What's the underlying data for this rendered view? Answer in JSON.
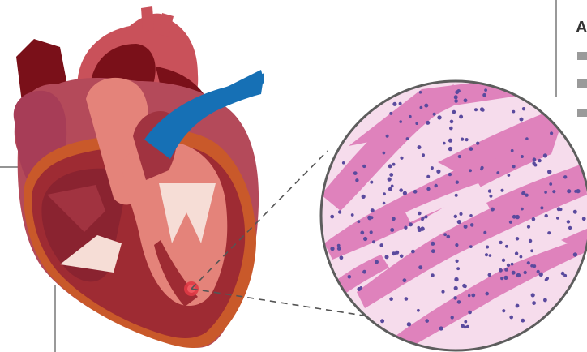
{
  "legend": {
    "title": "A",
    "items": [
      "",
      "",
      ""
    ]
  },
  "colors": {
    "aorta": "#c9515a",
    "dark_vessel": "#7a1019",
    "vena_cava": "#1670b5",
    "muscle_outer": "#c9592a",
    "muscle": "#9e2b33",
    "chamber_light": "#e4837a",
    "valve": "#f6ddd6",
    "lesion": "#e03a45",
    "tissue_bg": "#f6dcec",
    "tissue_fiber": "#df82bc",
    "nuclei": "#5a4a9e",
    "callout_line": "#555555",
    "legend_marker": "#9a9a9a"
  },
  "icons": [
    "heart-cross-section",
    "histology-magnifier"
  ]
}
